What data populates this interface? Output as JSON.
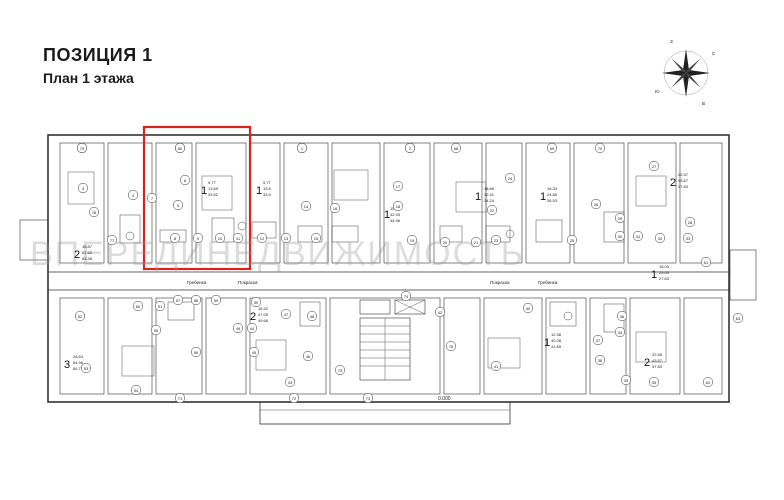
{
  "header": {
    "title": "ПОЗИЦИЯ 1",
    "subtitle": "План 1 этажа"
  },
  "compass": [
    "З",
    "С",
    "Ю",
    "В"
  ],
  "watermark": "ВПЕРЕДИНЕДВИЖИМОСТЬ",
  "level_mark": "0.000",
  "highlight": {
    "color": "#d9231d"
  },
  "corridor_labels": [
    "Гребенка",
    "Покраска",
    "Покраска",
    "Гребенка"
  ],
  "apartments": [
    {
      "rooms": "1",
      "stats": [
        "9.77",
        "13.69",
        "33.52"
      ]
    },
    {
      "rooms": "1",
      "stats": [
        "9.77",
        "13.8",
        "33.9"
      ]
    },
    {
      "rooms": "1",
      "stats": [
        "15.97",
        "42.93",
        "44.96"
      ]
    },
    {
      "rooms": "1",
      "stats": [
        "18.66",
        "32.41",
        "34.24"
      ]
    },
    {
      "rooms": "1",
      "stats": [
        "16.33",
        "24.85",
        "26.53"
      ]
    },
    {
      "rooms": "2",
      "stats": [
        "15.87",
        "61.92",
        "63.38"
      ]
    },
    {
      "rooms": "2",
      "stats": [
        "22.57",
        "43.67",
        "47.83"
      ]
    },
    {
      "rooms": "1",
      "stats": [
        "18.03",
        "25.05",
        "27.63"
      ]
    },
    {
      "rooms": "2",
      "stats": [
        "18.42",
        "47.05",
        "49.66"
      ]
    },
    {
      "rooms": "3",
      "stats": [
        "28.63",
        "64.96",
        "66.77"
      ]
    },
    {
      "rooms": "1",
      "stats": [
        "12.38",
        "40.08",
        "41.89"
      ]
    },
    {
      "rooms": "2",
      "stats": [
        "22.68",
        "43.57",
        "47.83"
      ]
    }
  ],
  "room_numbers": [
    "64",
    "65",
    "66",
    "67",
    "68",
    "69",
    "70",
    "3",
    "4",
    "5",
    "6",
    "7",
    "8",
    "9",
    "10",
    "11",
    "12",
    "13",
    "14",
    "15",
    "16",
    "17",
    "18",
    "19",
    "20",
    "21",
    "22",
    "23",
    "24",
    "25",
    "26",
    "27",
    "28",
    "29",
    "30",
    "31",
    "32",
    "33",
    "34",
    "35",
    "36",
    "37",
    "38",
    "39",
    "40",
    "41",
    "42",
    "43",
    "44",
    "45",
    "46",
    "47",
    "48",
    "49",
    "50",
    "51",
    "52",
    "53",
    "54",
    "55",
    "56",
    "57",
    "58",
    "59",
    "60",
    "61",
    "62",
    "63",
    "71",
    "72",
    "73",
    "74",
    "75",
    "76",
    "77",
    "78",
    "79",
    "80",
    "1",
    "2"
  ]
}
